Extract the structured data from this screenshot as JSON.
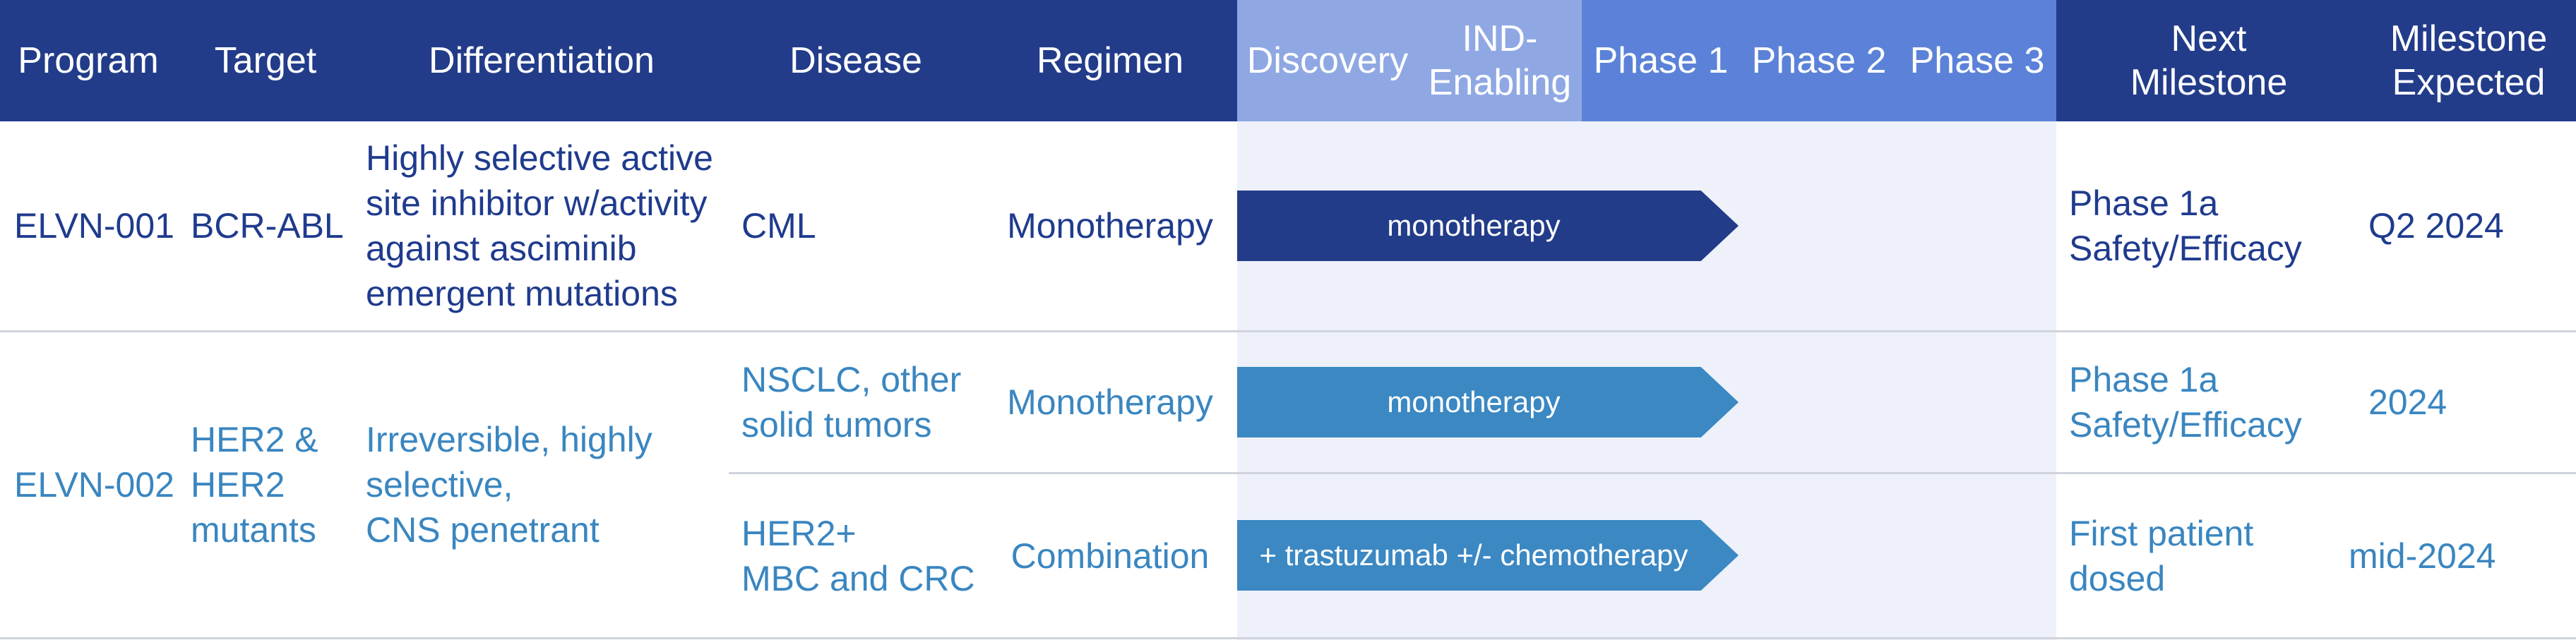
{
  "colors": {
    "header_bg": "#223c8a",
    "discovery_header_bg": "#8fa8e4",
    "phase_header_bg": "#5b82d8",
    "stage_column_bg": "#eef1fa",
    "row1_text": "#1f3b8e",
    "row2_text": "#3a86c0",
    "arrow_dark": "#223c8a",
    "arrow_light": "#3b88c3"
  },
  "header": {
    "program": "Program",
    "target": "Target",
    "differentiation": "Differentiation",
    "disease": "Disease",
    "regimen": "Regimen",
    "discovery": "Discovery",
    "ind_enabling": "IND-\nEnabling",
    "phase1": "Phase 1",
    "phase2": "Phase 2",
    "phase3": "Phase 3",
    "next_milestone": "Next\nMilestone",
    "milestone_expected": "Milestone\nExpected"
  },
  "rows": [
    {
      "program": "ELVN-001",
      "target": "BCR-ABL",
      "differentiation": "Highly selective active\nsite inhibitor w/activity\nagainst asciminib\nemergent mutations",
      "disease": "CML",
      "regimen": "Monotherapy",
      "arrow_label": "monotherapy",
      "progress_stage": "Phase 1",
      "next_milestone": "Phase 1a\nSafety/Efficacy",
      "milestone_expected": "Q2 2024"
    },
    {
      "program": "ELVN-002",
      "target": "HER2 &\nHER2\nmutants",
      "differentiation": "Irreversible, highly\nselective,\nCNS penetrant",
      "subrows": [
        {
          "disease": "NSCLC, other\nsolid tumors",
          "regimen": "Monotherapy",
          "arrow_label": "monotherapy",
          "progress_stage": "Phase 1",
          "next_milestone": "Phase 1a\nSafety/Efficacy",
          "milestone_expected": "2024"
        },
        {
          "disease": "HER2+\nMBC and CRC",
          "regimen": "Combination",
          "arrow_label": "+ trastuzumab +/- chemotherapy",
          "progress_stage": "Phase 1",
          "next_milestone": "First patient\ndosed",
          "milestone_expected": "mid-2024"
        }
      ]
    }
  ]
}
